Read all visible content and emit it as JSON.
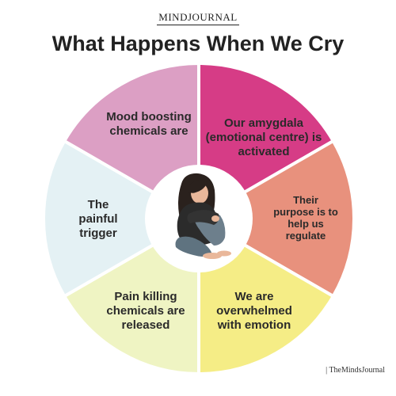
{
  "brand": "MINDJOURNAL",
  "title": "What Happens When We Cry",
  "segments": [
    {
      "label": "Our amygdala (emotional centre) is activated",
      "color": "#d63c86"
    },
    {
      "label": "Their purpose is to help us regulate",
      "color": "#e8917d"
    },
    {
      "label": "We are overwhelmed with emotion",
      "color": "#f5ed86"
    },
    {
      "label": "Pain killing chemicals are released",
      "color": "#eff4c3"
    },
    {
      "label": "The painful trigger",
      "color": "#e4f1f4"
    },
    {
      "label": "Mood boosting chemicals are",
      "color": "#dc9fc4"
    }
  ],
  "center_image": "crying-woman-illustration",
  "credit": "| TheMindsJournal"
}
